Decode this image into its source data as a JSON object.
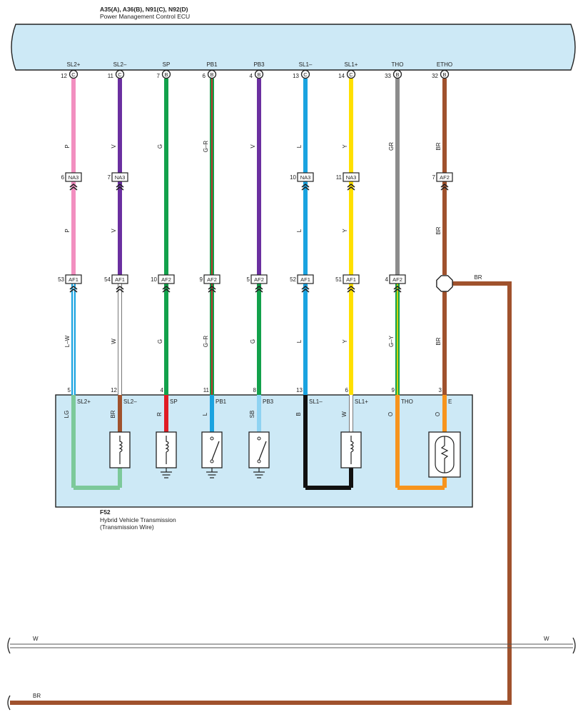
{
  "ecu": {
    "title": "A35(A), A36(B), N91(C), N92(D)",
    "subtitle": "Power Management Control ECU",
    "fill": "#cde9f6"
  },
  "component": {
    "ref": "F52",
    "name": "Hybrid Vehicle Transmission",
    "sub": "(Transmission Wire)",
    "fill": "#cde9f6"
  },
  "columns": [
    {
      "signal": "SL2+",
      "ecu_pin": "12",
      "ecu_conn": "C",
      "wire_color_1": "P",
      "mid_pin": "6",
      "mid_conn": "NA3",
      "wire_color_2": "P",
      "lower_pin": "53",
      "lower_conn": "AF1",
      "wire_color_3": "L–W",
      "comp_pin": "5",
      "comp_signal": "SL2+",
      "comp_wire": "LG",
      "c1": "#f28fc0",
      "c3": "#1aa3e0",
      "c3b": "#ffffff",
      "c4": "#7cc99a"
    },
    {
      "signal": "SL2–",
      "ecu_pin": "11",
      "ecu_conn": "C",
      "wire_color_1": "V",
      "mid_pin": "7",
      "mid_conn": "NA3",
      "wire_color_2": "V",
      "lower_pin": "54",
      "lower_conn": "AF1",
      "wire_color_3": "W",
      "comp_pin": "12",
      "comp_signal": "SL2–",
      "comp_wire": "BR",
      "c1": "#6b2fa0",
      "c3": "#ffffff",
      "c4": "#a0522d"
    },
    {
      "signal": "SP",
      "ecu_pin": "7",
      "ecu_conn": "B",
      "wire_color_1": "G",
      "mid_pin": "",
      "mid_conn": "",
      "wire_color_2": "",
      "lower_pin": "10",
      "lower_conn": "AF2",
      "wire_color_3": "G",
      "comp_pin": "4",
      "comp_signal": "SP",
      "comp_wire": "R",
      "c1": "#12a14b",
      "c3": "#12a14b",
      "c4": "#e01b24"
    },
    {
      "signal": "PB1",
      "ecu_pin": "6",
      "ecu_conn": "B",
      "wire_color_1": "G–R",
      "mid_pin": "",
      "mid_conn": "",
      "wire_color_2": "",
      "lower_pin": "9",
      "lower_conn": "AF2",
      "wire_color_3": "G–R",
      "comp_pin": "11",
      "comp_signal": "PB1",
      "comp_wire": "L",
      "c1": "#12a14b",
      "c1b": "#e01b24",
      "c3": "#12a14b",
      "c3b": "#e01b24",
      "c4": "#1aa3e0"
    },
    {
      "signal": "PB3",
      "ecu_pin": "4",
      "ecu_conn": "B",
      "wire_color_1": "V",
      "mid_pin": "",
      "mid_conn": "",
      "wire_color_2": "",
      "lower_pin": "5",
      "lower_conn": "AF2",
      "wire_color_3": "G",
      "comp_pin": "8",
      "comp_signal": "PB3",
      "comp_wire": "SB",
      "c1": "#6b2fa0",
      "c3": "#12a14b",
      "c4": "#8fd3f2"
    },
    {
      "signal": "SL1–",
      "ecu_pin": "13",
      "ecu_conn": "C",
      "wire_color_1": "L",
      "mid_pin": "10",
      "mid_conn": "NA3",
      "wire_color_2": "L",
      "lower_pin": "52",
      "lower_conn": "AF1",
      "wire_color_3": "L",
      "comp_pin": "13",
      "comp_signal": "SL1–",
      "comp_wire": "B",
      "c1": "#1aa3e0",
      "c3": "#1aa3e0",
      "c4": "#111111"
    },
    {
      "signal": "SL1+",
      "ecu_pin": "14",
      "ecu_conn": "C",
      "wire_color_1": "Y",
      "mid_pin": "11",
      "mid_conn": "NA3",
      "wire_color_2": "Y",
      "lower_pin": "51",
      "lower_conn": "AF1",
      "wire_color_3": "Y",
      "comp_pin": "6",
      "comp_signal": "SL1+",
      "comp_wire": "W",
      "c1": "#ffe000",
      "c3": "#ffe000",
      "c4": "#ffffff"
    },
    {
      "signal": "THO",
      "ecu_pin": "33",
      "ecu_conn": "B",
      "wire_color_1": "GR",
      "mid_pin": "",
      "mid_conn": "",
      "wire_color_2": "",
      "lower_pin": "4",
      "lower_conn": "AF2",
      "wire_color_3": "G–Y",
      "comp_pin": "9",
      "comp_signal": "THO",
      "comp_wire": "O",
      "c1": "#8c8c8c",
      "c3": "#12a14b",
      "c3b": "#ffe000",
      "c4": "#f7941d"
    },
    {
      "signal": "ETHO",
      "ecu_pin": "32",
      "ecu_conn": "B",
      "wire_color_1": "BR",
      "mid_pin": "7",
      "mid_conn": "AF2",
      "wire_color_2": "BR",
      "lower_pin": "",
      "lower_conn": "",
      "wire_color_3": "BR",
      "comp_pin": "3",
      "comp_signal": "E",
      "comp_wire": "O",
      "c1": "#a0522d",
      "c3": "#a0522d",
      "c4": "#f7941d"
    }
  ],
  "splice_label": "BR",
  "bottom_lines": [
    {
      "label_left": "W",
      "label_right": "W",
      "color": "#ffffff"
    },
    {
      "label_left": "BR",
      "color": "#a0522d"
    }
  ]
}
